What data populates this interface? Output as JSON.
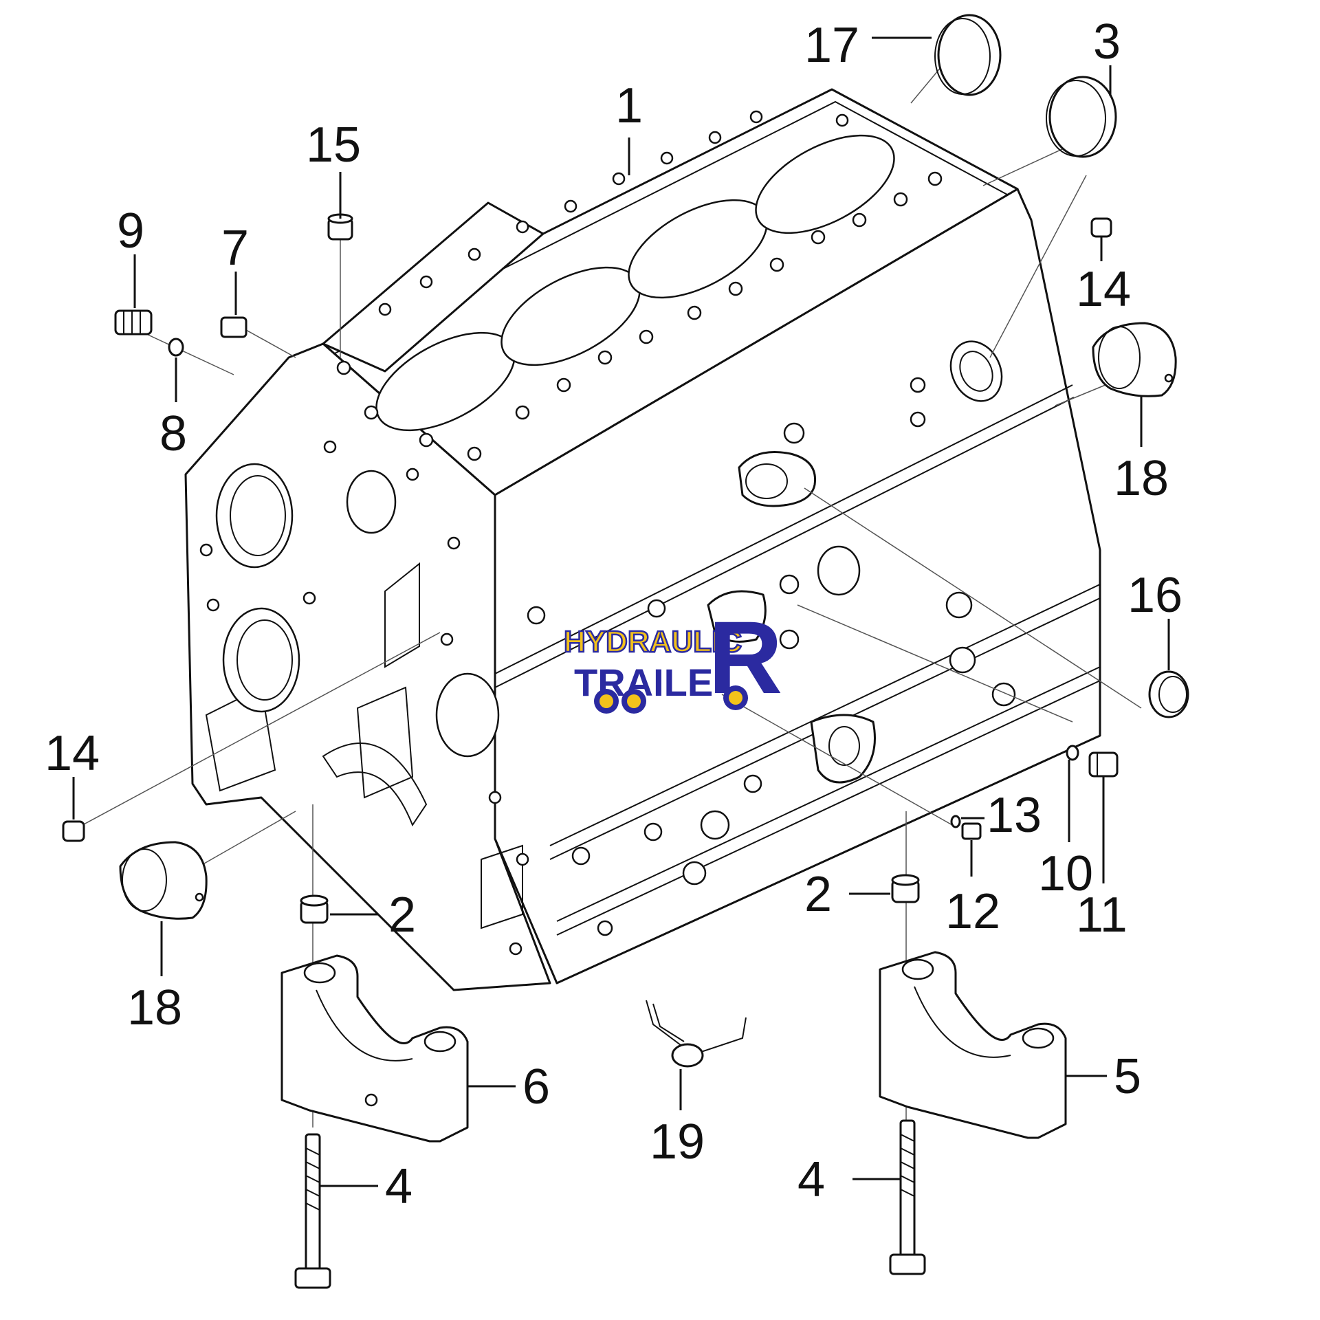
{
  "callouts": {
    "c1": "1",
    "c2a": "2",
    "c2b": "2",
    "c3": "3",
    "c4a": "4",
    "c4b": "4",
    "c5": "5",
    "c6": "6",
    "c7": "7",
    "c8": "8",
    "c9": "9",
    "c10": "10",
    "c11": "11",
    "c12": "12",
    "c13": "13",
    "c14a": "14",
    "c14b": "14",
    "c15": "15",
    "c16": "16",
    "c17": "17",
    "c18a": "18",
    "c18b": "18",
    "c19": "19"
  },
  "watermark": {
    "line1": "HYDRAULIC",
    "line2": "TRAILE",
    "big_letter": "R",
    "colors": {
      "blue": "#2b2aa0",
      "yellow": "#f3c21b"
    }
  }
}
